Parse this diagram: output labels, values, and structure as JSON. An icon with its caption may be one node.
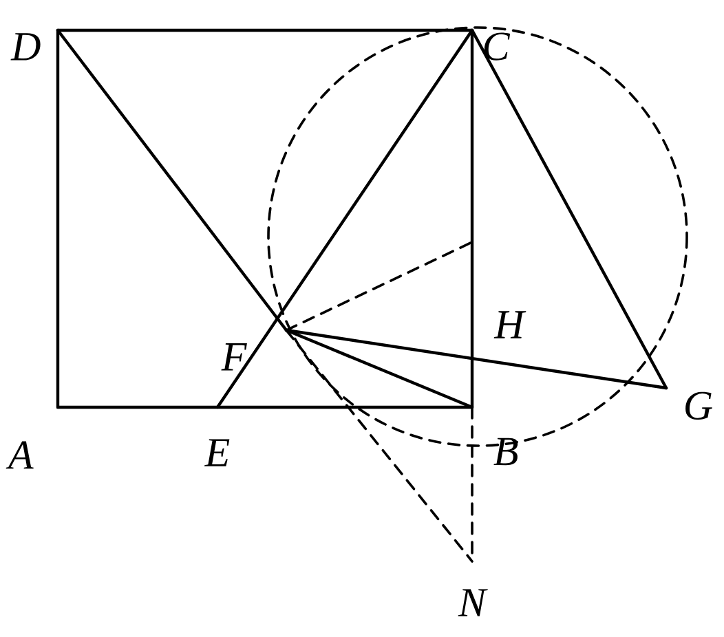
{
  "diagram": {
    "nodes": [
      {
        "text": [
          "D"
        ]
      },
      {
        "text": [
          "C"
        ]
      },
      {
        "text": [
          "A"
        ]
      },
      {
        "text": [
          "B"
        ]
      },
      {
        "text": [
          "E"
        ]
      },
      {
        "text": [
          "F"
        ]
      },
      {
        "text": [
          "G"
        ]
      },
      {
        "text": [
          "N"
        ]
      }
    ],
    "edges": [
      {
        "from": 0,
        "to": 1,
        "arrow": "none"
      },
      {
        "from": 0,
        "to": 2,
        "arrow": "none"
      },
      {
        "from": 2,
        "to": 3,
        "arrow": "none"
      },
      {
        "from": 1,
        "to": 3,
        "arrow": "none"
      },
      {
        "from": 0,
        "to": 5,
        "arrow": "none"
      },
      {
        "from": 1,
        "to": 4,
        "arrow": "none"
      },
      {
        "from": 5,
        "to": 3,
        "arrow": "none"
      },
      {
        "from": 5,
        "to": 6,
        "arrow": "none"
      },
      {
        "from": 1,
        "to": 6,
        "arrow": "none"
      },
      {
        "from": 5,
        "to": 7,
        "arrow": "none",
        "style": "dashed"
      },
      {
        "from": 3,
        "to": 7,
        "arrow": "none",
        "style": "dashed"
      },
      {
        "from": 5,
        "to": null,
        "arrow": "none",
        "style": "dashed"
      }
    ],
    "labels": [
      "H"
    ]
  }
}
